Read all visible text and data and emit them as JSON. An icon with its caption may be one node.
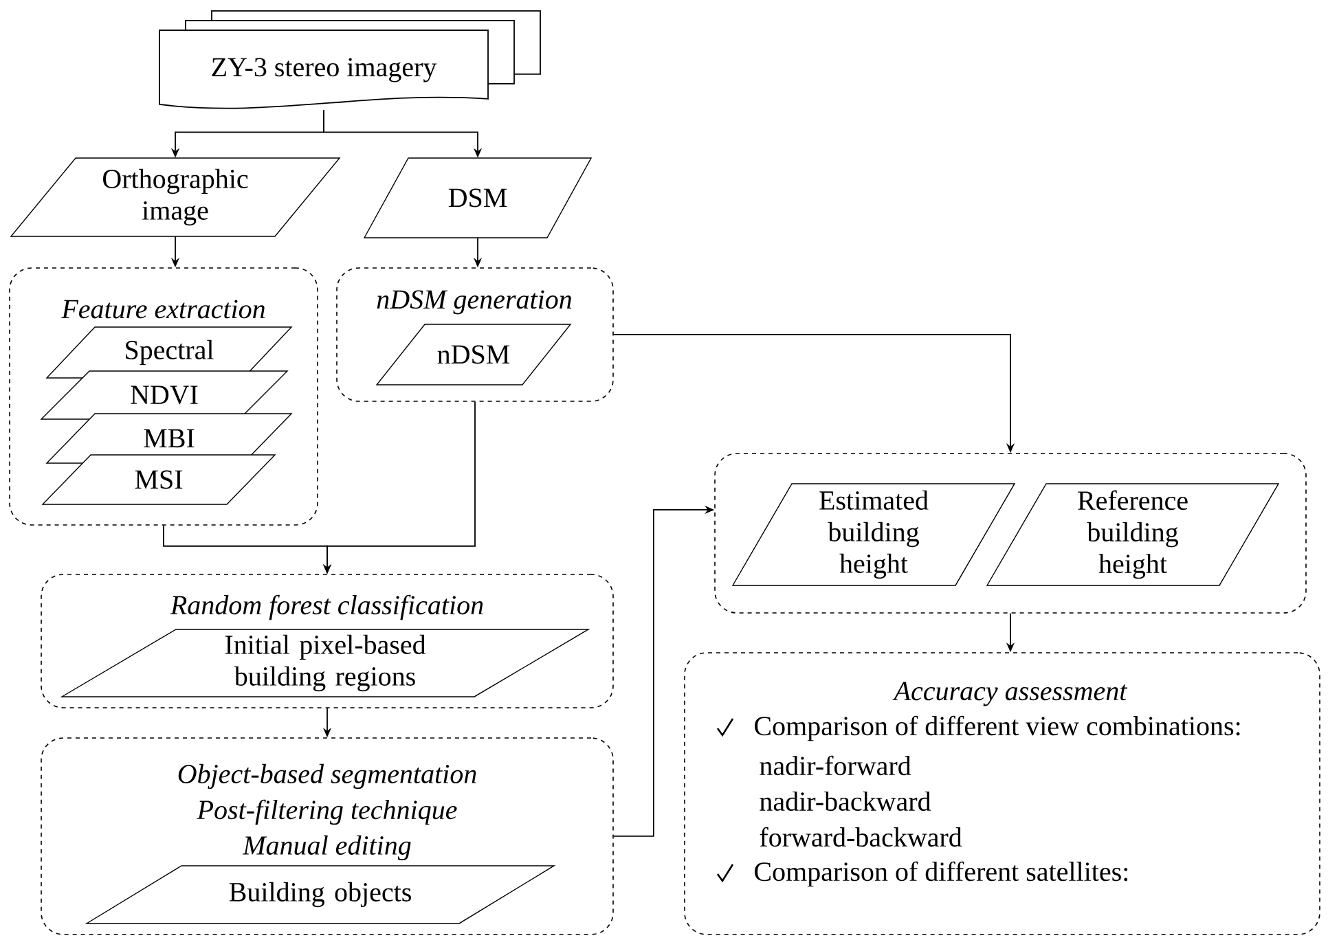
{
  "diagram": {
    "nodes": [
      {
        "text": [
          "ZY-3 stereo imagery"
        ]
      },
      {
        "text": [
          "Orthographic image"
        ]
      },
      {
        "text": [
          "DSM"
        ]
      },
      {
        "text": [
          "Feature extraction"
        ]
      },
      {
        "text": [
          "Spectral"
        ],
        "in": 3
      },
      {
        "text": [
          "NDVI"
        ],
        "in": 3
      },
      {
        "text": [
          "MBI"
        ],
        "in": 3
      },
      {
        "text": [
          "MSI"
        ],
        "in": 3
      },
      {
        "text": [
          "nDSM generation"
        ]
      },
      {
        "text": [
          "nDSM"
        ],
        "in": 8
      },
      {
        "text": [],
        "shape": "box"
      },
      {
        "text": [
          "Estimated building height"
        ],
        "in": 10
      },
      {
        "text": [
          "Reference building height"
        ],
        "in": 10
      },
      {
        "text": [
          "Random forest classification"
        ]
      },
      {
        "text": [
          "Initial pixel-based building regions"
        ],
        "in": 13
      },
      {
        "text": [
          "Object-based segmentation",
          "Post-filtering technique",
          "Manual editing"
        ]
      },
      {
        "text": [
          "Building objects"
        ],
        "in": 15
      },
      {
        "text": [
          "Accuracy assessment",
          "Comparison of different view combinations:",
          "nadir-forward",
          "nadir-backward",
          "forward-backward",
          "Comparison of different satellites:"
        ]
      }
    ],
    "edges": [
      {
        "from": 0,
        "to": 1,
        "arrow": "to"
      },
      {
        "from": 0,
        "to": 2,
        "arrow": "to"
      },
      {
        "from": 1,
        "to": 3,
        "arrow": "to"
      },
      {
        "from": 2,
        "to": 8,
        "arrow": "to"
      },
      {
        "from": 3,
        "to": 13,
        "arrow": "to"
      },
      {
        "from": 8,
        "to": 13,
        "arrow": "to"
      },
      {
        "from": 8,
        "to": 10,
        "arrow": "to"
      },
      {
        "from": 13,
        "to": 15,
        "arrow": "to"
      },
      {
        "from": 15,
        "to": 10,
        "arrow": "to"
      },
      {
        "from": 10,
        "to": 17,
        "arrow": "to"
      }
    ]
  }
}
